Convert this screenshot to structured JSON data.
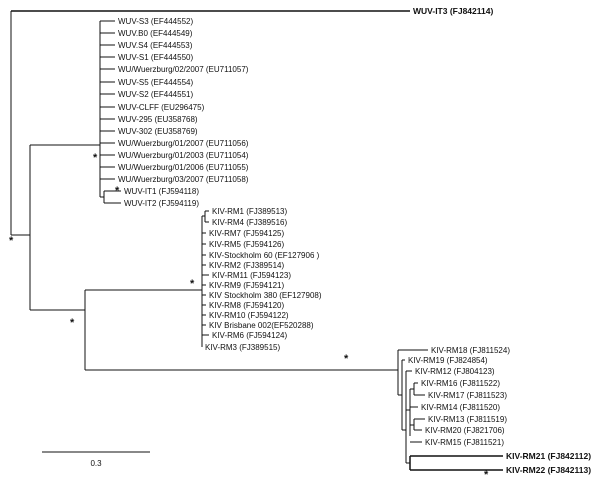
{
  "tree": {
    "leaves": [
      {
        "id": "wuv_it3",
        "label": "WUV-IT3 (FJ842114)",
        "bold": true
      },
      {
        "id": "wuv_s3",
        "label": "WUV-S3 (EF444552)",
        "bold": false
      },
      {
        "id": "wuv_b0",
        "label": "WUV.B0 (EF444549)",
        "bold": false
      },
      {
        "id": "wuv_s4",
        "label": "WUV.S4 (EF444553)",
        "bold": false
      },
      {
        "id": "wuv_s1",
        "label": "WUV-S1 (EF444550)",
        "bold": false
      },
      {
        "id": "wu_2_2007",
        "label": "WU/Wuerzburg/02/2007 (EU711057)",
        "bold": false
      },
      {
        "id": "wuv_s5",
        "label": "WUV-S5 (EF444554)",
        "bold": false
      },
      {
        "id": "wuv_s2",
        "label": "WUV-S2 (EF444551)",
        "bold": false
      },
      {
        "id": "wuv_clff",
        "label": "WUV-CLFF (EU296475)",
        "bold": false
      },
      {
        "id": "wuv_295",
        "label": "WUV-295 (EU358768)",
        "bold": false
      },
      {
        "id": "wuv_302",
        "label": "WUV-302 (EU358769)",
        "bold": false
      },
      {
        "id": "wu_1_2007",
        "label": "WU/Wuerzburg/01/2007 (EU711056)",
        "bold": false
      },
      {
        "id": "wu_1_2003",
        "label": "WU/Wuerzburg/01/2003 (EU711054)",
        "bold": false
      },
      {
        "id": "wu_1_2006",
        "label": "WU/Wuerzburg/01/2006 (EU711055)",
        "bold": false
      },
      {
        "id": "wu_3_2007",
        "label": "WU/Wuerzburg/03/2007 (EU711058)",
        "bold": false
      },
      {
        "id": "wuv_it1",
        "label": "WUV-IT1 (FJ594118)",
        "bold": false
      },
      {
        "id": "wuv_it2",
        "label": "WUV-IT2 (FJ594119)",
        "bold": false
      },
      {
        "id": "kiv_rm1",
        "label": "KIV-RM1 (FJ389513)",
        "bold": false
      },
      {
        "id": "kiv_rm4",
        "label": "KIV-RM4 (FJ389516)",
        "bold": false
      },
      {
        "id": "kiv_rm7",
        "label": "KIV-RM7 (FJ594125)",
        "bold": false
      },
      {
        "id": "kiv_rm5",
        "label": "KIV-RM5 (FJ594126)",
        "bold": false
      },
      {
        "id": "kiv_sth60",
        "label": "KIV-Stockholm 60 (EF127906 )",
        "bold": false
      },
      {
        "id": "kiv_rm2",
        "label": "KIV-RM2 (FJ389514)",
        "bold": false
      },
      {
        "id": "kiv_rm11",
        "label": "KIV-RM11 (FJ594123)",
        "bold": false
      },
      {
        "id": "kiv_rm9",
        "label": "KIV-RM9 (FJ594121)",
        "bold": false
      },
      {
        "id": "kiv_sth380",
        "label": "KIV Stockholm 380 (EF127908)",
        "bold": false
      },
      {
        "id": "kiv_rm8",
        "label": "KIV-RM8 (FJ594120)",
        "bold": false
      },
      {
        "id": "kiv_rm10",
        "label": "KIV-RM10 (FJ594122)",
        "bold": false
      },
      {
        "id": "kiv_bris",
        "label": "KIV Brisbane 002(EF520288)",
        "bold": false
      },
      {
        "id": "kiv_rm6",
        "label": "KIV-RM6 (FJ594124)",
        "bold": false
      },
      {
        "id": "kiv_rm3",
        "label": "KIV-RM3 (FJ389515)",
        "bold": false
      },
      {
        "id": "kiv_rm18",
        "label": "KIV-RM18 (FJ811524)",
        "bold": false
      },
      {
        "id": "kiv_rm19",
        "label": "KIV-RM19 (FJ824854)",
        "bold": false
      },
      {
        "id": "kiv_rm12",
        "label": "KIV-RM12 (FJ804123)",
        "bold": false
      },
      {
        "id": "kiv_rm16",
        "label": "KIV-RM16 (FJ811522)",
        "bold": false
      },
      {
        "id": "kiv_rm17",
        "label": "KIV-RM17 (FJ811523)",
        "bold": false
      },
      {
        "id": "kiv_rm14",
        "label": "KIV-RM14 (FJ811520)",
        "bold": false
      },
      {
        "id": "kiv_rm13",
        "label": "KIV-RM13 (FJ811519)",
        "bold": false
      },
      {
        "id": "kiv_rm20",
        "label": "KIV-RM20 (FJ821706)",
        "bold": false
      },
      {
        "id": "kiv_rm15",
        "label": "KIV-RM15 (FJ811521)",
        "bold": false
      },
      {
        "id": "kiv_rm21",
        "label": "KIV-RM21 (FJ842112)",
        "bold": true
      },
      {
        "id": "kiv_rm22",
        "label": "KIV-RM22 (FJ842113)",
        "bold": true
      }
    ],
    "support_marker": "*",
    "scale_bar_label": "0.3"
  }
}
